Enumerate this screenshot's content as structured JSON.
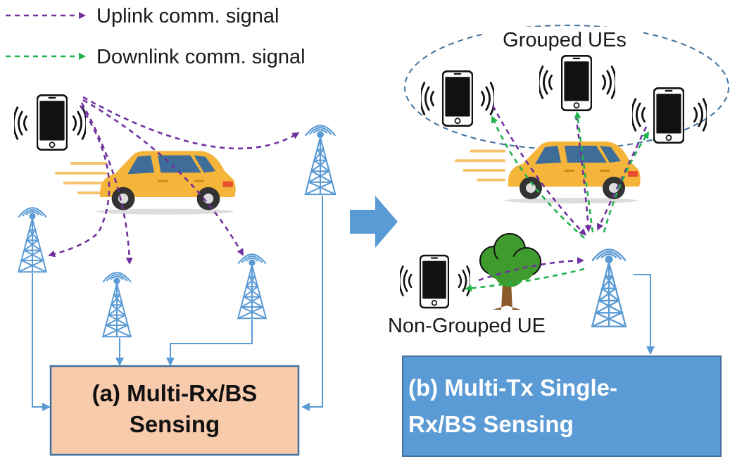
{
  "legend": {
    "uplink_label": "Uplink comm. signal",
    "downlink_label": "Downlink comm. signal",
    "uplink_color": "#7030a0",
    "downlink_color": "#1fb34b"
  },
  "panel_b": {
    "grouped_label": "Grouped UEs",
    "non_grouped_label": "Non-Grouped UE"
  },
  "boxes": {
    "a_line1": "(a) Multi-Rx/BS",
    "a_line2": "Sensing",
    "a_fill": "#f8cbad",
    "b_line1": "(b) Multi-Tx Single-",
    "b_line2": "Rx/BS Sensing",
    "b_fill": "#5b9bd5"
  },
  "colors": {
    "tower": "#5b9bd5",
    "car_body": "#f5b43a",
    "phone": "#111111",
    "tree_crown": "#3f9b2e",
    "tree_trunk": "#8b5a2b"
  },
  "icons": [
    "smartphone-icon",
    "base-station-icon",
    "car-icon",
    "tree-icon",
    "right-arrow-icon"
  ]
}
